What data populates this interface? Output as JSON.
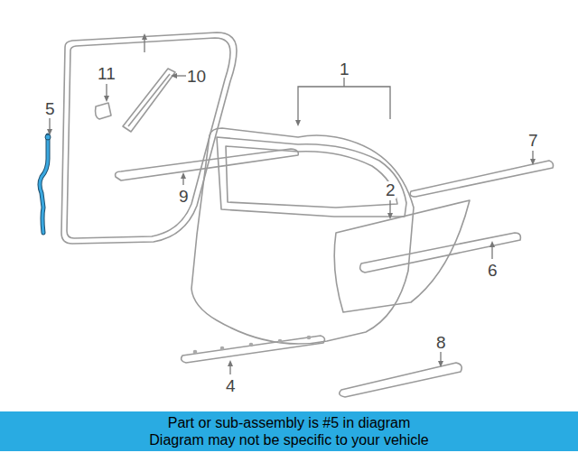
{
  "diagram": {
    "nodes": [
      {
        "text": [
          "Part or sub-assembly is #5 in diagram",
          "Diagram may not be specific to your vehicle"
        ]
      }
    ],
    "labels": [
      "5",
      "11",
      "10",
      "1",
      "7",
      "2",
      "9",
      "6",
      "4",
      "8"
    ]
  }
}
